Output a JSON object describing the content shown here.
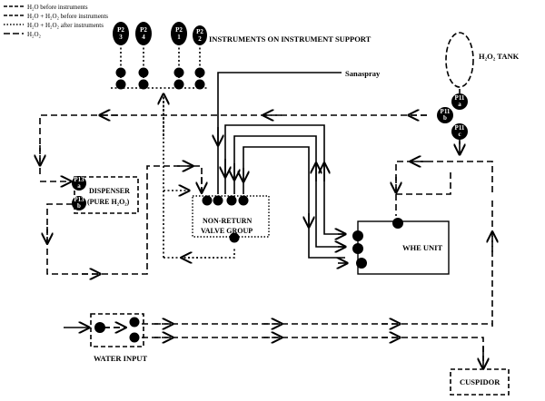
{
  "legend": [
    {
      "text": "H₂O before instruments",
      "style": "dash"
    },
    {
      "text": "H₂O + H₂O₂ before instruments",
      "style": "dash"
    },
    {
      "text": "H₂O + H₂O₂ after instruments",
      "style": "dot"
    },
    {
      "text": "H₂O₂",
      "style": "longdash"
    }
  ],
  "labels": {
    "instruments": "INSTRUMENTS ON INSTRUMENT SUPPORT",
    "tank": "H₂O₂ TANK",
    "sanaspray": "Sanaspray",
    "dispenser_line1": "DISPENSER",
    "dispenser_line2": "(PURE H₂O₂)",
    "nonreturn_line1": "NON-RETURN",
    "nonreturn_line2": "VALVE GROUP",
    "whe": "WHE UNIT",
    "water_input": "WATER INPUT",
    "cuspidor": "CUSPIDOR"
  },
  "instrument_codes": [
    {
      "top": "P2",
      "bottom": "3"
    },
    {
      "top": "P2",
      "bottom": "4"
    },
    {
      "top": "P2",
      "bottom": "1"
    },
    {
      "top": "P2",
      "bottom": "2"
    }
  ],
  "valve_codes": {
    "p11a": {
      "top": "P11",
      "bottom": "a"
    },
    "p11b": {
      "top": "P11",
      "bottom": "b"
    },
    "p11c": {
      "top": "P11",
      "bottom": "c"
    },
    "p13a": {
      "top": "P13",
      "bottom": "a"
    },
    "p13b": {
      "top": "P13",
      "bottom": "b"
    }
  }
}
